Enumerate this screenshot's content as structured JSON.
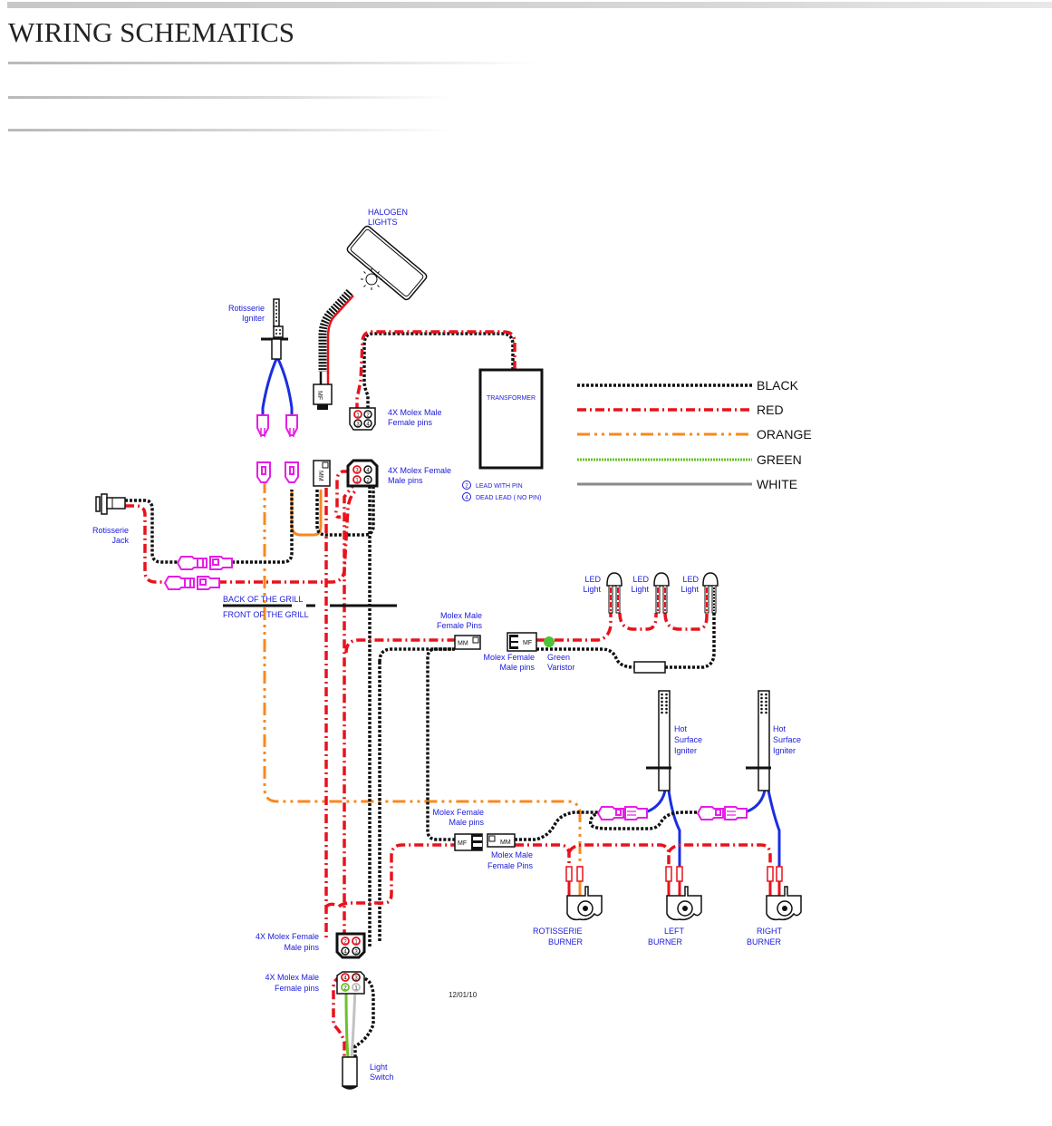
{
  "page": {
    "title": "WIRING SCHEMATICS"
  },
  "diagram": {
    "components": {
      "halogen_lights": "HALOGEN\nLIGHTS",
      "halogen_lights_l1": "HALOGEN",
      "halogen_lights_l2": "LIGHTS",
      "rotisserie_igniter_l1": "Rotisserie",
      "rotisserie_igniter_l2": "Igniter",
      "transformer": "TRANSFORMER",
      "molex_male_female_top_l1": "4X Molex Male",
      "molex_male_female_top_l2": "Female pins",
      "molex_female_male_top_l1": "4X Molex Female",
      "molex_female_male_top_l2": "Male pins",
      "rotisserie_jack_l1": "Rotisserie",
      "rotisserie_jack_l2": "Jack",
      "back_of_grill": "BACK OF THE GRILL",
      "front_of_grill": "FRONT OF THE GRILL",
      "molex_male_female_pins_mid_l1": "Molex Male",
      "molex_male_female_pins_mid_l2": "Female Pins",
      "molex_female_male_pins_mid_l1": "Molex Female",
      "molex_female_male_pins_mid_l2": "Male pins",
      "green_varistor_l1": "Green",
      "green_varistor_l2": "Varistor",
      "led_light_l1": "LED",
      "led_light_l2": "Light",
      "hot_surface_igniter_l1": "Hot",
      "hot_surface_igniter_l2": "Surface",
      "hot_surface_igniter_l3": "Igniter",
      "molex_female_male_pins_low_l1": "Molex Female",
      "molex_female_male_pins_low_l2": "Male pins",
      "molex_male_female_pins_low_l1": "Molex Male",
      "molex_male_female_pins_low_l2": "Female Pins",
      "rotisserie_burner_l1": "ROTISSERIE",
      "rotisserie_burner_l2": "BURNER",
      "left_burner_l1": "LEFT",
      "left_burner_l2": "BURNER",
      "right_burner_l1": "RIGHT",
      "right_burner_l2": "BURNER",
      "molex_female_male_bottom_l1": "4X Molex Female",
      "molex_female_male_bottom_l2": "Male pins",
      "molex_male_female_bottom_l1": "4X Molex Male",
      "molex_male_female_bottom_l2": "Female pins",
      "light_switch_l1": "Light",
      "light_switch_l2": "Switch"
    },
    "connector_codes": {
      "mf": "MF",
      "mm": "MM"
    },
    "pin_notes": [
      {
        "pin": "2",
        "text": "LEAD WITH PIN"
      },
      {
        "pin": "4",
        "text": "DEAD LEAD  ( NO PIN)"
      }
    ],
    "legend": [
      {
        "label": "BLACK",
        "color": "#111111"
      },
      {
        "label": "RED",
        "color": "#e8121c"
      },
      {
        "label": "ORANGE",
        "color": "#f7881f"
      },
      {
        "label": "GREEN",
        "color": "#6cc22a"
      },
      {
        "label": "WHITE",
        "color": "#8a8a8a"
      }
    ],
    "date": "12/01/10"
  }
}
